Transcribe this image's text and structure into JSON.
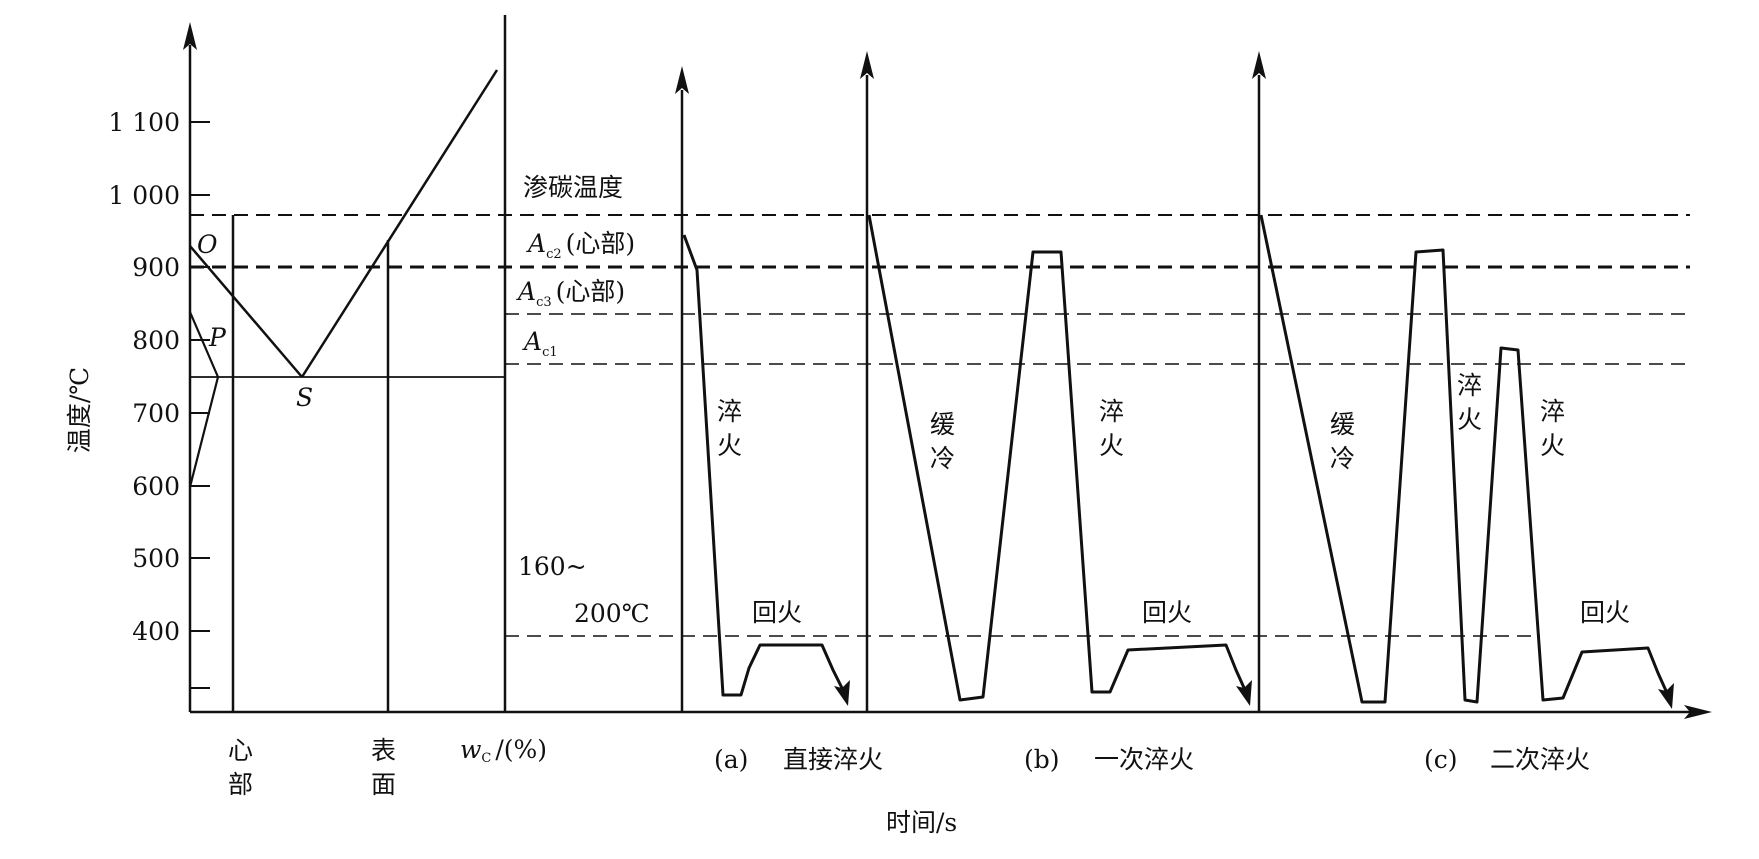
{
  "axis": {
    "y_label": "温度/℃",
    "y_ticks": [
      "1 100",
      "1 000",
      "900",
      "800",
      "700",
      "600",
      "500",
      "400"
    ],
    "x_label_left": "w",
    "x_label_left_sub": "C",
    "x_label_left_unit": "/(%)",
    "x_label_time": "时间/s"
  },
  "phase_diagram": {
    "points": [
      "O",
      "P",
      "S"
    ],
    "core_label": [
      "心",
      "部"
    ],
    "surface_label": [
      "表",
      "面"
    ]
  },
  "temps": {
    "carburizing": "渗碳温度",
    "ac2": "A",
    "ac2_sub": "c2",
    "ac2_note": "(心部)",
    "ac3": "A",
    "ac3_sub": "c3",
    "ac3_note": "(心部)",
    "ac1": "A",
    "ac1_sub": "c1",
    "tempering_range_1": "160~",
    "tempering_range_2": "200℃"
  },
  "panels": [
    {
      "caption_id": "(a)",
      "caption": "直接淬火",
      "labels": {
        "quench": [
          "淬",
          "火"
        ],
        "temper": "回火"
      }
    },
    {
      "caption_id": "(b)",
      "caption": "一次淬火",
      "labels": {
        "slow_cool": [
          "缓",
          "冷"
        ],
        "quench": [
          "淬",
          "火"
        ],
        "temper": "回火"
      }
    },
    {
      "caption_id": "(c)",
      "caption": "二次淬火",
      "labels": {
        "slow_cool": [
          "缓",
          "冷"
        ],
        "quench1": [
          "淬",
          "火"
        ],
        "quench2": [
          "淬",
          "火"
        ],
        "temper": "回火"
      }
    }
  ]
}
